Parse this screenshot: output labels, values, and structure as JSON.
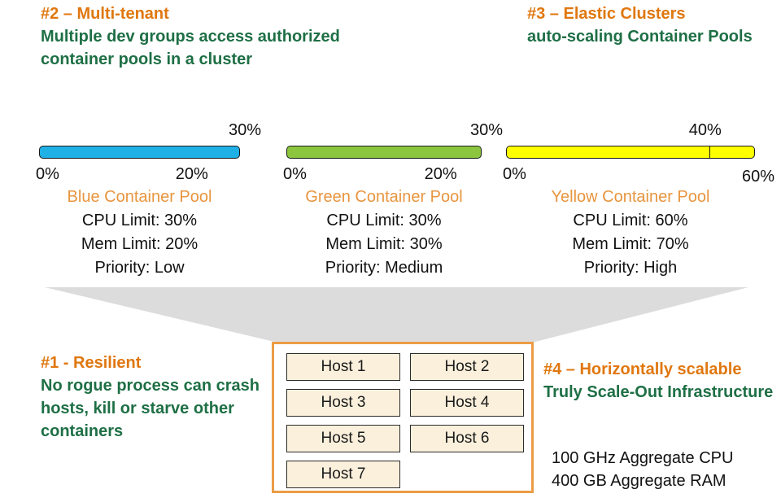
{
  "notes": {
    "multi_tenant": {
      "title": "#2 – Multi-tenant",
      "body": "Multiple dev groups access authorized container pools in a cluster"
    },
    "elastic": {
      "title": "#3 – Elastic Clusters",
      "body": "auto-scaling Container Pools"
    },
    "resilient": {
      "title": "#1 - Resilient",
      "body": "No rogue process can crash hosts, kill or starve other containers"
    },
    "scalable": {
      "title": "#4 – Horizontally scalable",
      "body": "Truly Scale-Out Infrastructure"
    }
  },
  "pools": [
    {
      "name": "Blue Container Pool",
      "bar_color": "#1FB0E6",
      "usage_label": "30%",
      "axis": {
        "start": "0%",
        "mid": "20%",
        "end": ""
      },
      "cpu_limit": "CPU Limit: 30%",
      "mem_limit": "Mem Limit: 20%",
      "priority": "Priority: Low"
    },
    {
      "name": "Green Container Pool",
      "bar_color": "#8CC63F",
      "usage_label": "30%",
      "axis": {
        "start": "0%",
        "mid": "20%",
        "end": ""
      },
      "cpu_limit": "CPU Limit: 30%",
      "mem_limit": "Mem Limit: 30%",
      "priority": "Priority: Medium"
    },
    {
      "name": "Yellow Container Pool",
      "bar_color": "#FFFF00",
      "usage_label": "40%",
      "axis": {
        "start": "0%",
        "mid": "",
        "end": "60%"
      },
      "cpu_limit": "CPU Limit: 60%",
      "mem_limit": "Mem Limit: 70%",
      "priority": "Priority: High"
    }
  ],
  "cluster": {
    "hosts": [
      "Host 1",
      "Host 2",
      "Host 3",
      "Host 4",
      "Host 5",
      "Host 6",
      "Host 7"
    ]
  },
  "aggregate": {
    "cpu": "100 GHz Aggregate CPU",
    "ram": "400 GB Aggregate RAM"
  },
  "colors": {
    "heading_orange": "#E0770F",
    "body_green": "#1E6F45",
    "pool_name_orange": "#E8953F",
    "funnel_gray": "#DCDCDC",
    "host_box_border": "#EB9C45",
    "host_fill": "#FAF0DC"
  }
}
